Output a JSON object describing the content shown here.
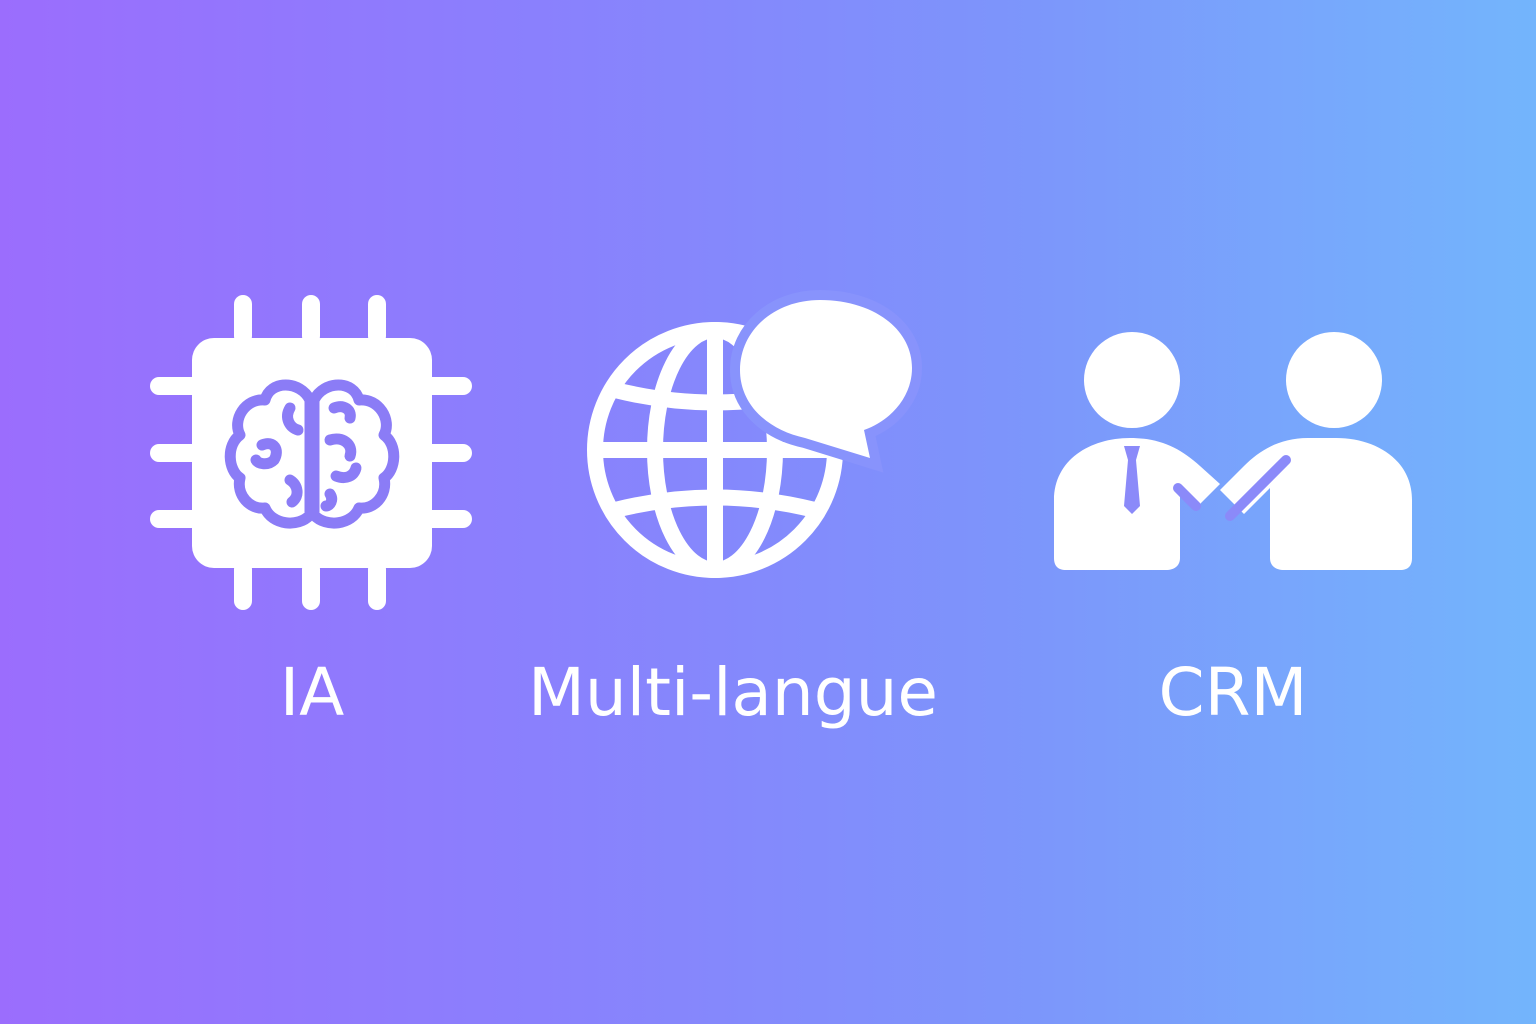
{
  "background": {
    "gradient_start": "#9b6dfd",
    "gradient_end": "#73b5fc"
  },
  "features": [
    {
      "icon": "ai-chip-brain-icon",
      "label": "IA"
    },
    {
      "icon": "globe-speech-bubble-icon",
      "label": "Multi-langue"
    },
    {
      "icon": "handshake-people-icon",
      "label": "CRM"
    }
  ],
  "colors": {
    "icon": "#ffffff",
    "text": "#ffffff",
    "brain_stroke": "#8b7cf6"
  }
}
